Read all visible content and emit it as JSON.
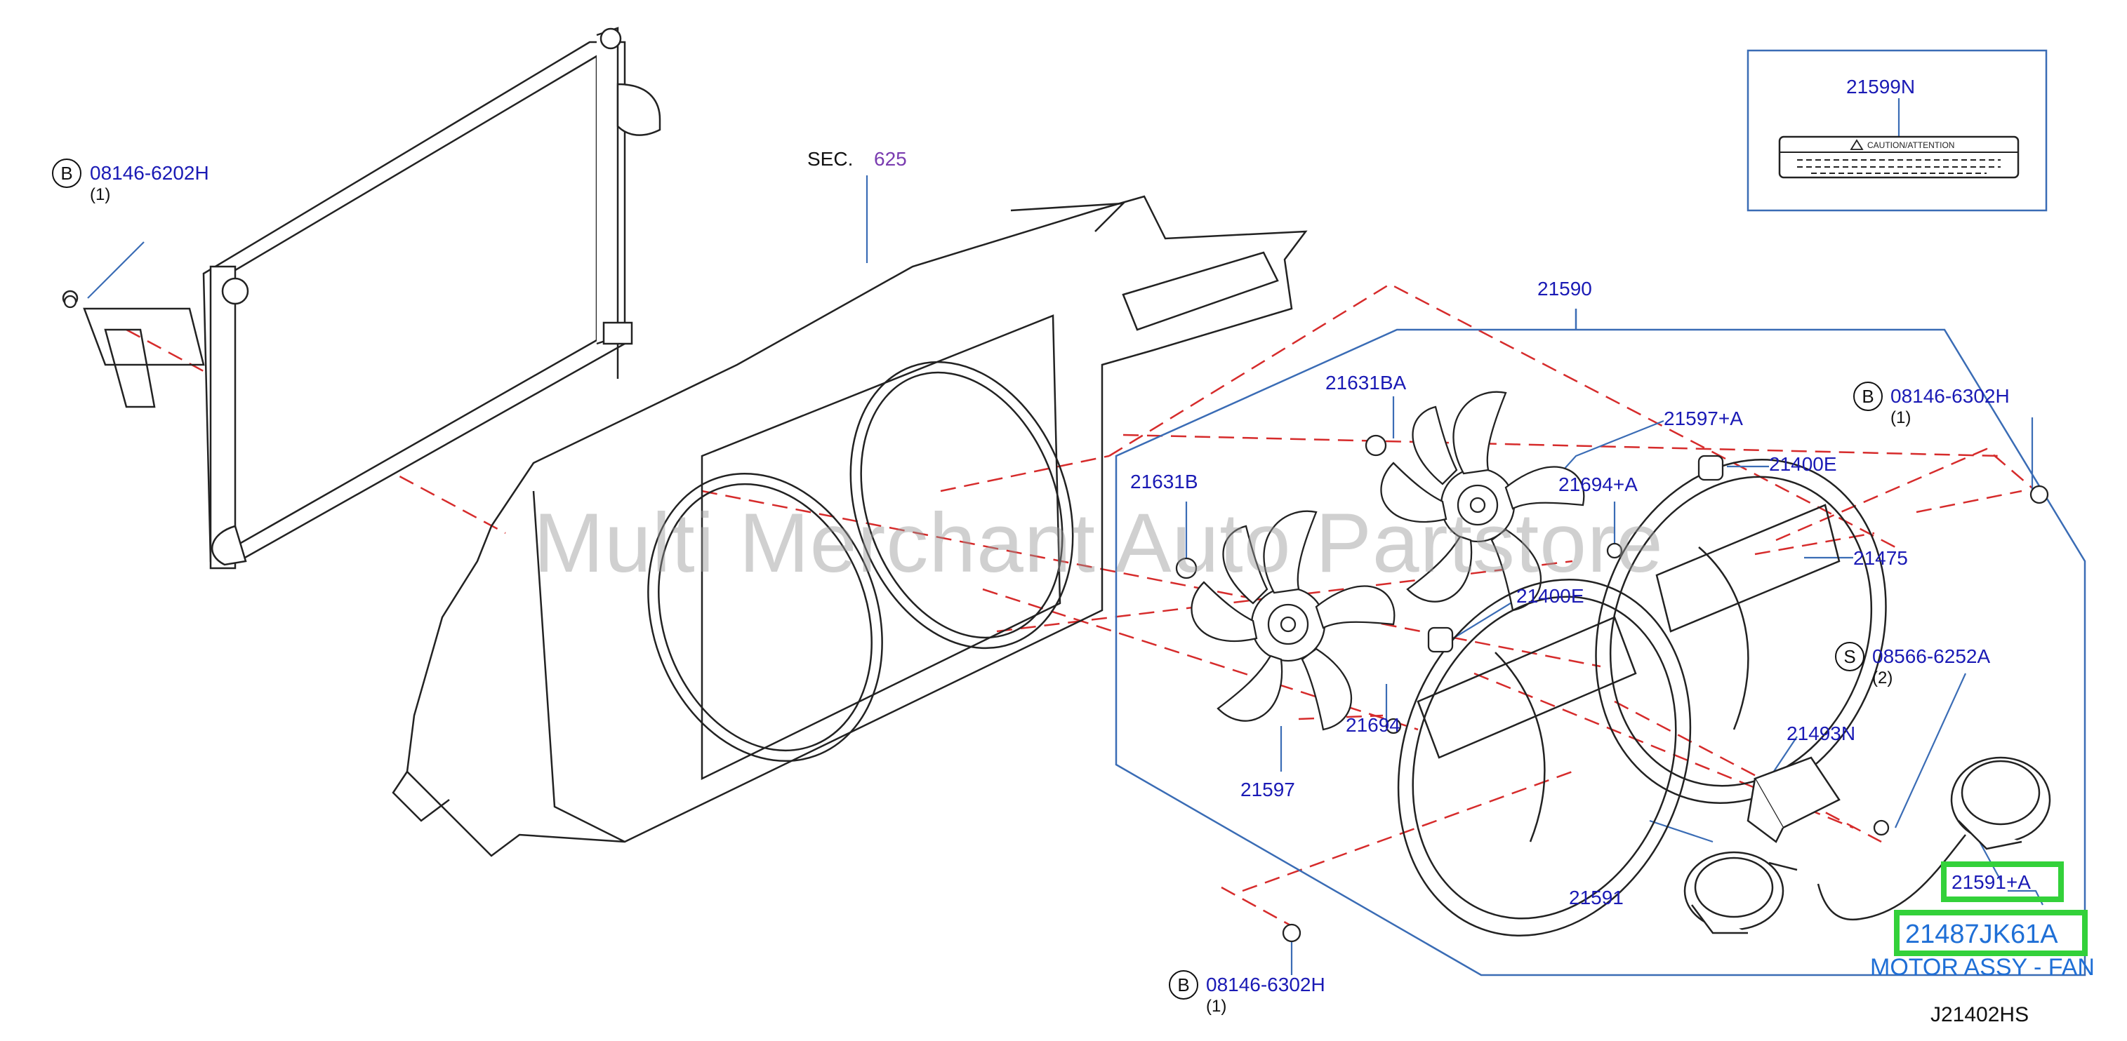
{
  "diagram_code": "J21402HS",
  "watermark": "Multi Merchant Auto Partstore",
  "section": {
    "prefix": "SEC.",
    "number": "625"
  },
  "caution_box": {
    "part": "21599N",
    "label_text": "CAUTION/ATTENTION"
  },
  "callouts": {
    "bolt_top_left": {
      "marker": "B",
      "part": "08146-6202H",
      "qty": "(1)"
    },
    "bolt_right": {
      "marker": "B",
      "part": "08146-6302H",
      "qty": "(1)"
    },
    "bolt_bottom": {
      "marker": "B",
      "part": "08146-6302H",
      "qty": "(1)"
    },
    "screw": {
      "marker": "S",
      "part": "08566-6252A",
      "qty": "(2)"
    }
  },
  "parts": {
    "assembly": "21590",
    "nut_a": "21631BA",
    "fan_right": "21597+A",
    "bushing_top": "21400E",
    "nut_b": "21631B",
    "grommet_a": "21694+A",
    "shroud": "21475",
    "bushing_mid": "21400E",
    "fan_left": "21597",
    "grommet": "21694",
    "resistor": "21493N",
    "motor_left": "21591",
    "motor_right": "21591+A",
    "highlight_part": "21487JK61A",
    "highlight_desc": "MOTOR ASSY - FAN"
  },
  "colors": {
    "callout_blue": "#1a1ab5",
    "highlight_green": "#33d13a",
    "leader_red": "#d62b2b",
    "outline_blue": "#3a6cb5"
  }
}
